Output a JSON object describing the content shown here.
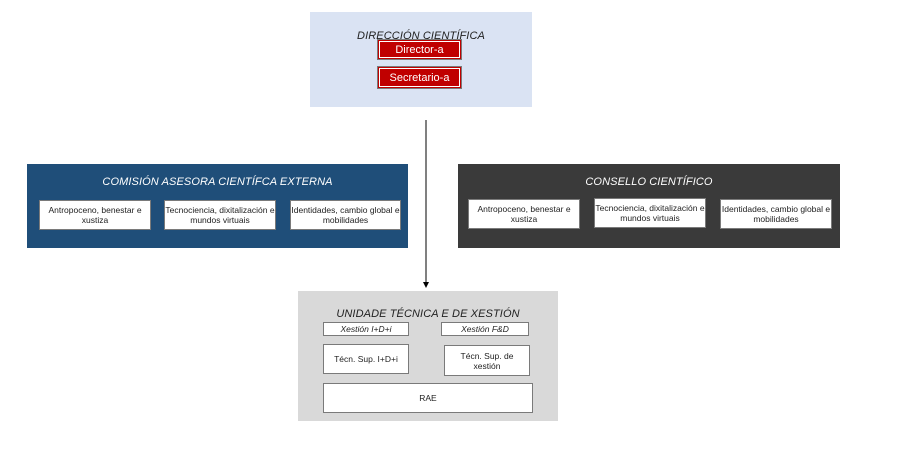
{
  "direccion": {
    "title": "DIRECCIÓN CIENTÍFICA",
    "items": [
      "Director-a",
      "Secretario-a"
    ]
  },
  "comision": {
    "title": "COMISIÓN ASESORA CIENTÍFCA EXTERNA",
    "items": [
      "Antropoceno, benestar e xustiza",
      "Tecnociencia, dixitalización e mundos virtuais",
      "Identidades, cambio global e mobilidades"
    ]
  },
  "consello": {
    "title": "CONSELLO CIENTÍFICO",
    "items": [
      "Antropoceno, benestar e xustiza",
      "Tecnociencia, dixitalización e mundos virtuais",
      "Identidades, cambio global e mobilidades"
    ]
  },
  "unidade": {
    "title": "UNIDADE TÉCNICA E DE XESTIÓN",
    "xestion_idi": "Xestión I+D+i",
    "xestion_fd": "Xestión F&D",
    "tecn_idi": "Técn. Sup. I+D+i",
    "tecn_xestion": "Técn. Sup. de xestión",
    "rae": "RAE"
  },
  "colors": {
    "direccion_bg": "#dae3f3",
    "comision_bg": "#1f4e79",
    "consello_bg": "#3a3a3a",
    "unidade_bg": "#d9d9d9",
    "accent_red": "#c00000"
  }
}
